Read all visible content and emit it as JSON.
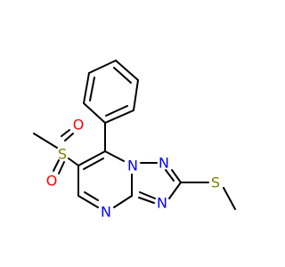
{
  "molecule": {
    "atoms": {
      "sulfonyl_s": {
        "symbol": "S",
        "color": "#808000"
      },
      "sulfonyl_o_top": {
        "symbol": "O",
        "color": "#ff0000"
      },
      "sulfonyl_o_bottom": {
        "symbol": "O",
        "color": "#ff0000"
      },
      "ring_n1": {
        "symbol": "N",
        "color": "#0000ff"
      },
      "ring_n2": {
        "symbol": "N",
        "color": "#0000ff"
      },
      "ring_n3": {
        "symbol": "N",
        "color": "#0000ff"
      },
      "ring_n4": {
        "symbol": "N",
        "color": "#0000ff"
      },
      "thioether_s": {
        "symbol": "S",
        "color": "#808000"
      }
    },
    "bond_color": "#000000",
    "background": "#ffffff"
  }
}
